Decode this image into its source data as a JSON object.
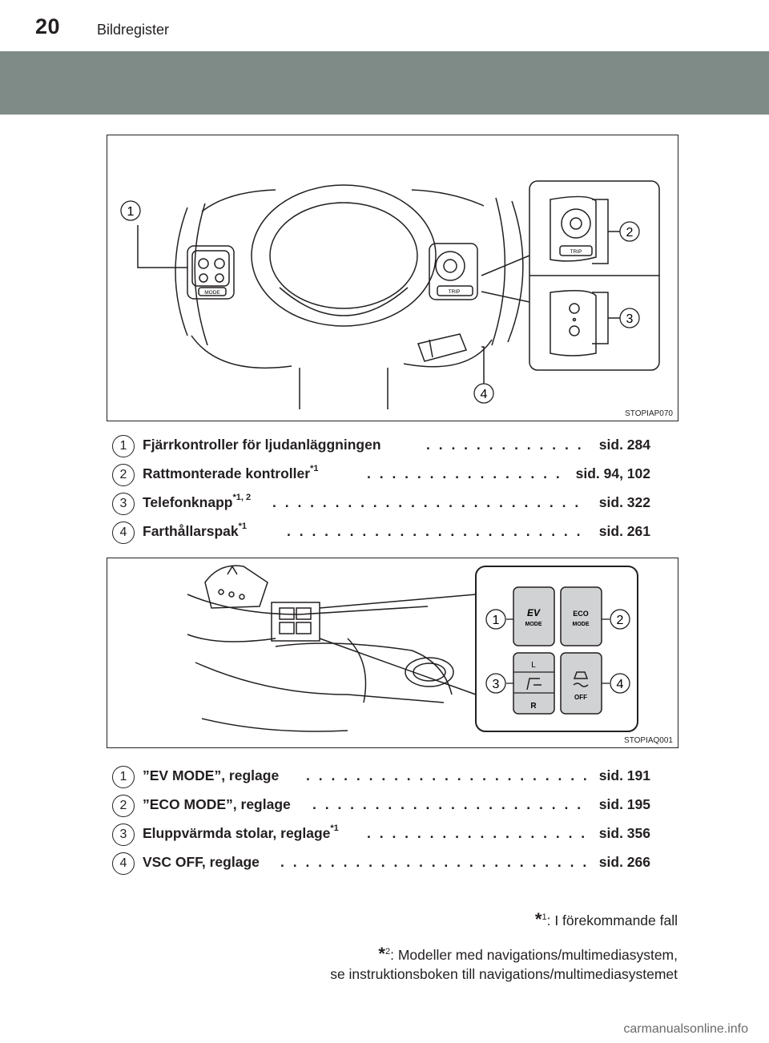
{
  "header": {
    "page_number": "20",
    "section_title": "Bildregister"
  },
  "figure1": {
    "code": "STOPIAP070",
    "callouts": [
      "1",
      "2",
      "3",
      "4"
    ],
    "labels": {
      "mode": "MODE",
      "trip": "TRIP"
    }
  },
  "list1": [
    {
      "num": "1",
      "label": "Fjärrkontroller för ljudanläggningen",
      "sup": "",
      "ref": "sid. 284"
    },
    {
      "num": "2",
      "label": "Rattmonterade kontroller",
      "sup": "*1",
      "ref": "sid. 94, 102"
    },
    {
      "num": "3",
      "label": "Telefonknapp",
      "sup": "*1, 2",
      "ref": "sid. 322"
    },
    {
      "num": "4",
      "label": "Farthållarspak",
      "sup": "*1",
      "ref": "sid. 261"
    }
  ],
  "figure2": {
    "code": "STOPIAQ001",
    "callouts": [
      "1",
      "2",
      "3",
      "4"
    ],
    "buttons": {
      "ev_top": "EV",
      "ev_bottom": "MODE",
      "eco_top": "ECO",
      "eco_bottom": "MODE",
      "seat_left": "L",
      "seat_right": "R",
      "vsc": "OFF"
    }
  },
  "list2": [
    {
      "num": "1",
      "label": "”EV MODE”, reglage",
      "sup": "",
      "ref": "sid. 191"
    },
    {
      "num": "2",
      "label": "”ECO MODE”, reglage",
      "sup": "",
      "ref": "sid. 195"
    },
    {
      "num": "3",
      "label": "Eluppvärmda stolar, reglage",
      "sup": "*1",
      "ref": "sid. 356"
    },
    {
      "num": "4",
      "label": "VSC OFF, reglage",
      "sup": "",
      "ref": "sid. 266"
    }
  ],
  "footnotes": [
    {
      "star": "*",
      "sup": "1",
      "text": ": I förekommande fall"
    },
    {
      "star": "*",
      "sup": "2",
      "text": ": Modeller med navigations/multimediasystem,",
      "text2": "se instruktionsboken till navigations/multimediasystemet"
    }
  ],
  "watermark": "carmanualsonline.info"
}
